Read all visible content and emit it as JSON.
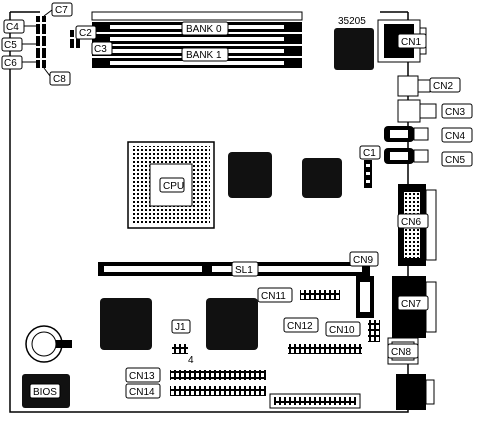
{
  "board_id": "35205",
  "memory": {
    "bank0": "BANK 0",
    "bank1": "BANK 1"
  },
  "cpu": "CPU",
  "bios": "BIOS",
  "slot": "SL1",
  "jumpers": {
    "c1": "C1",
    "c2": "C2",
    "c3": "C3",
    "c4": "C4",
    "c5": "C5",
    "c6": "C6",
    "c7": "C7",
    "c8": "C8",
    "j1": "J1",
    "j1_pin": "4"
  },
  "connectors": {
    "cn1": "CN1",
    "cn2": "CN2",
    "cn3": "CN3",
    "cn4": "CN4",
    "cn5": "CN5",
    "cn6": "CN6",
    "cn7": "CN7",
    "cn8": "CN8",
    "cn9": "CN9",
    "cn10": "CN10",
    "cn11": "CN11",
    "cn12": "CN12",
    "cn13": "CN13",
    "cn14": "CN14"
  }
}
